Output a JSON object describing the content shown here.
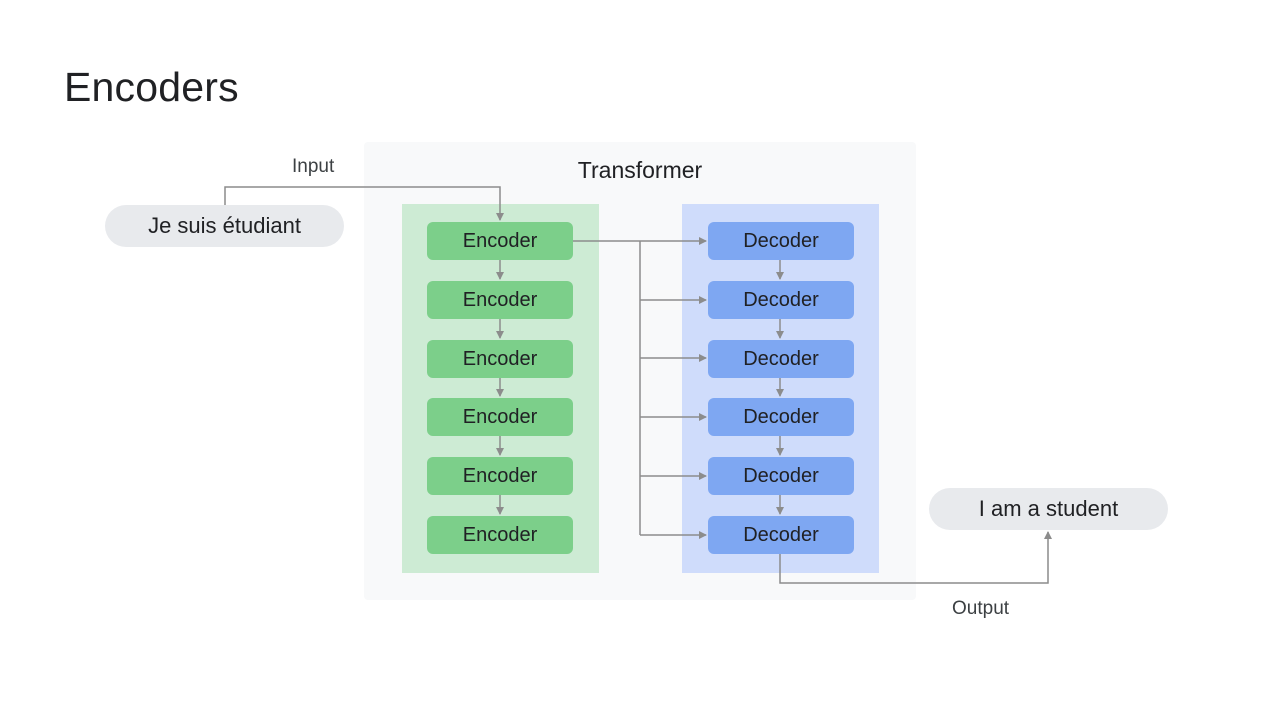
{
  "slide": {
    "title": "Encoders"
  },
  "diagram": {
    "transformer_label": "Transformer",
    "input_label": "Input",
    "output_label": "Output",
    "input_text": "Je suis étudiant",
    "output_text": "I am a student",
    "encoders": [
      "Encoder",
      "Encoder",
      "Encoder",
      "Encoder",
      "Encoder",
      "Encoder"
    ],
    "decoders": [
      "Decoder",
      "Decoder",
      "Decoder",
      "Decoder",
      "Decoder",
      "Decoder"
    ],
    "colors": {
      "encoder_block": "#7ccf8a",
      "encoder_stack": "#cdebd4",
      "decoder_block": "#7ea7f2",
      "decoder_stack": "#cfdcfb",
      "arrow": "#8c8c8c"
    }
  }
}
